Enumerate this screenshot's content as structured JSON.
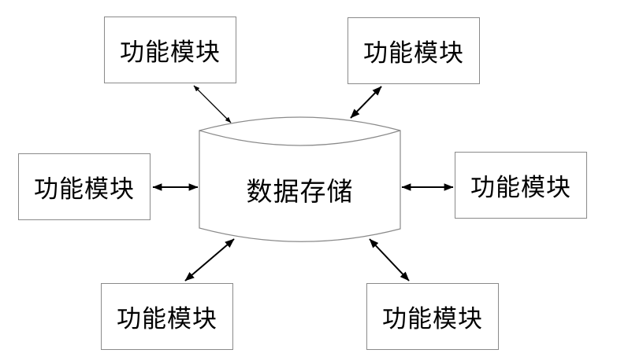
{
  "diagram": {
    "title": "central data storage with function modules",
    "center": {
      "label": "数据存储",
      "shape": "database-cylinder"
    },
    "modules": [
      {
        "position": "top-left",
        "label": "功能模块"
      },
      {
        "position": "top-right",
        "label": "功能模块"
      },
      {
        "position": "middle-left",
        "label": "功能模块"
      },
      {
        "position": "middle-right",
        "label": "功能模块"
      },
      {
        "position": "bottom-left",
        "label": "功能模块"
      },
      {
        "position": "bottom-right",
        "label": "功能模块"
      }
    ],
    "connections": [
      {
        "from": "center",
        "to": "top-left",
        "type": "bidirectional-arrow",
        "weight": "thin"
      },
      {
        "from": "center",
        "to": "top-right",
        "type": "bidirectional-arrow",
        "weight": "thick"
      },
      {
        "from": "center",
        "to": "middle-left",
        "type": "bidirectional-arrow",
        "weight": "thick"
      },
      {
        "from": "center",
        "to": "middle-right",
        "type": "bidirectional-arrow",
        "weight": "thick"
      },
      {
        "from": "center",
        "to": "bottom-left",
        "type": "bidirectional-arrow",
        "weight": "thick"
      },
      {
        "from": "center",
        "to": "bottom-right",
        "type": "bidirectional-arrow",
        "weight": "thick"
      }
    ],
    "colors": {
      "background": "#ffffff",
      "box_border": "#8a8a8a",
      "shape_outline": "#8a8a8a",
      "arrow": "#000000",
      "text": "#000000"
    }
  }
}
